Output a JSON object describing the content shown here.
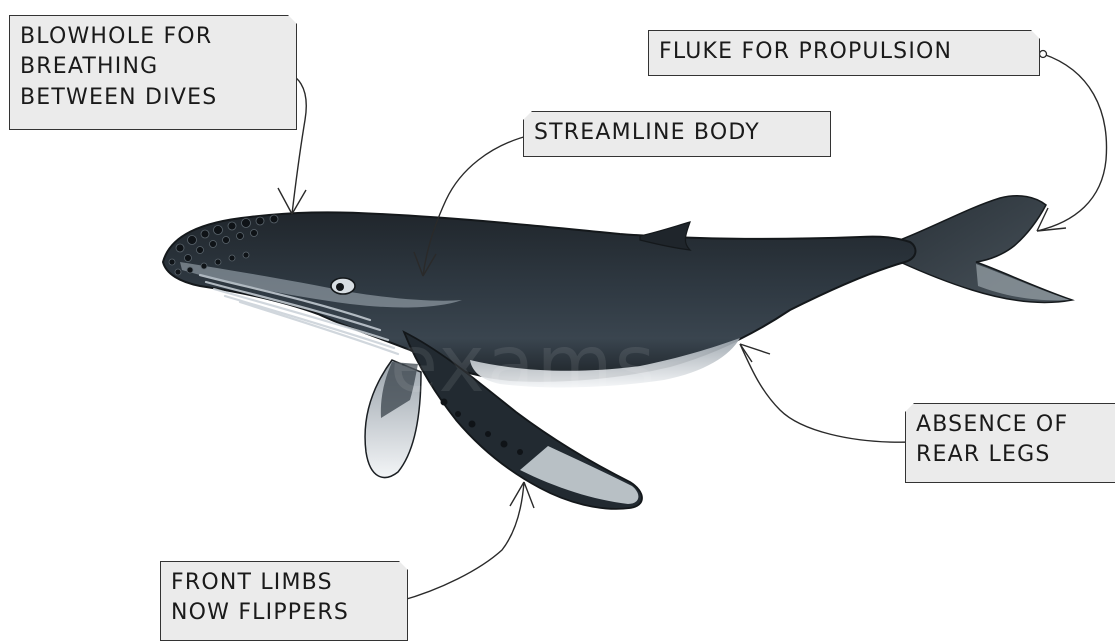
{
  "labels": {
    "blowhole": [
      "BLOWHOLE FOR",
      "BREATHING",
      "BETWEEN DIVES"
    ],
    "fluke": [
      "FLUKE FOR PROPULSION"
    ],
    "streamline": [
      "STREAMLINE BODY"
    ],
    "rear_legs": [
      "ABSENCE OF",
      "REAR LEGS"
    ],
    "flippers": [
      "FRONT LIMBS",
      "NOW FLIPPERS"
    ]
  },
  "watermark": "exams",
  "colors": {
    "label_fill": "#ebebeb",
    "label_border": "#333333",
    "body_dark": "#1c2126",
    "body_mid": "#2c353d",
    "belly_light": "#e9ecef",
    "pointer_line": "#2a2a2a"
  }
}
